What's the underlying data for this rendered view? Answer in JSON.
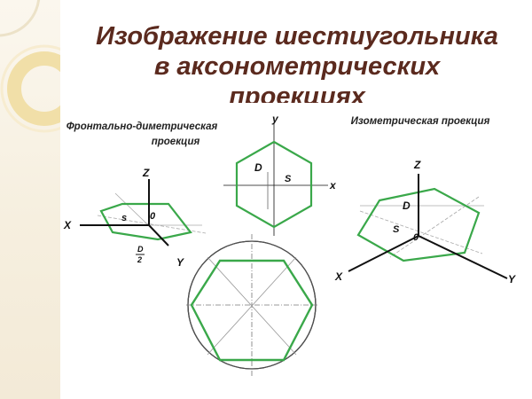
{
  "title": {
    "line1": "Изображение шестиугольника",
    "line2": "в аксонометрических",
    "line3": "проекциях"
  },
  "frontal_dimetric": {
    "caption_line1": "Фронтально-диметрическая",
    "caption_line2": "проекция",
    "axis_z": "Z",
    "axis_x": "X",
    "axis_y": "Y",
    "label_s": "s",
    "label_origin": "0",
    "fraction_num": "D",
    "fraction_den": "2"
  },
  "orthographic_view": {
    "axis_y": "y",
    "axis_x": "x",
    "label_d": "D",
    "label_s": "S"
  },
  "isometric": {
    "caption": "Изометрическая проекция",
    "axis_z": "Z",
    "axis_x": "X",
    "axis_y": "Y",
    "label_d": "D",
    "label_s": "S",
    "label_origin": "0"
  },
  "colors": {
    "title": "#5b2a1e",
    "hexagon": "#3aa84a",
    "axes": "#111111",
    "construction": "#999999",
    "decor_ring": "#f1dfa8"
  }
}
